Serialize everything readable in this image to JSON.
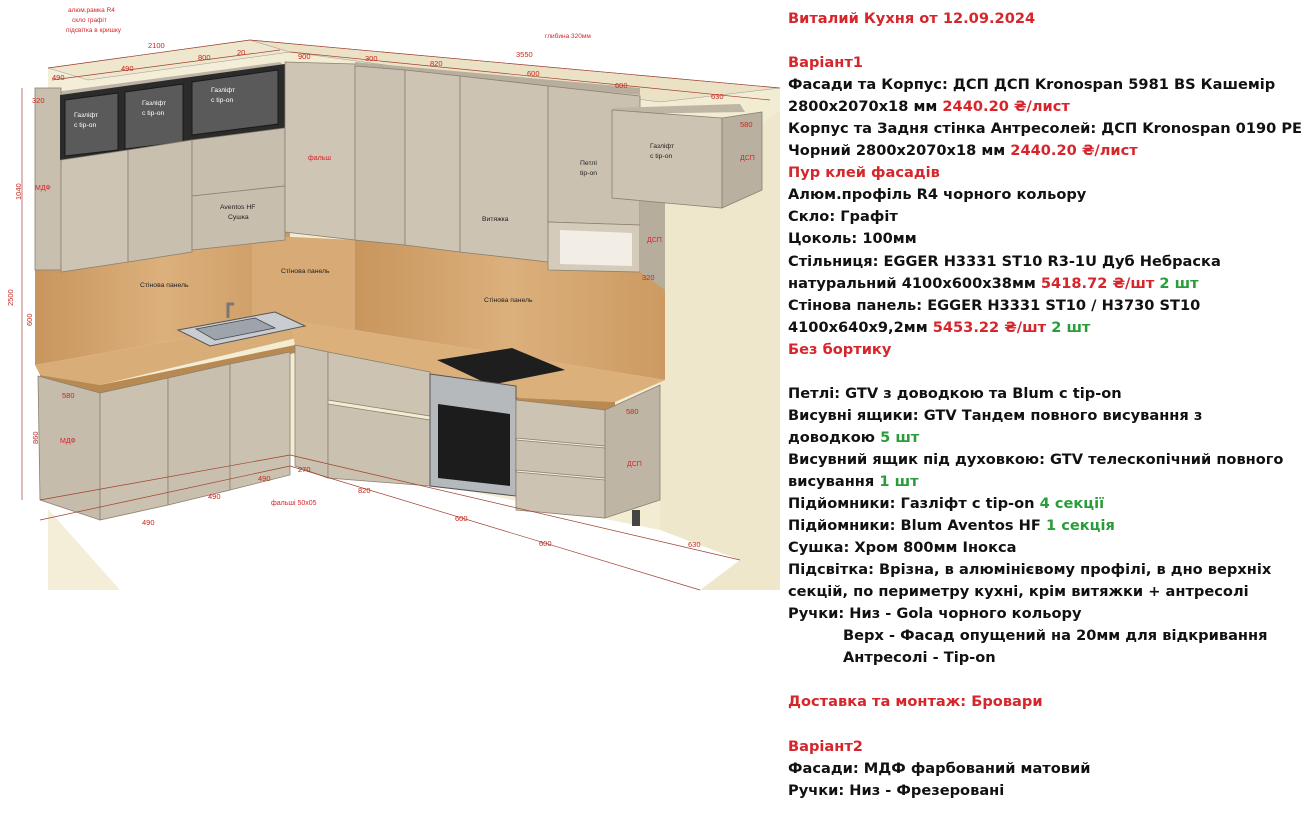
{
  "spec": {
    "title": "Виталий Кухня от 12.09.2024",
    "variant1": "Варіант1",
    "facades_1": "Фасади та Корпус: ДСП ДСП Kronospan 5981 BS Кашемір",
    "facades_2": "2800х2070х18 мм",
    "facades_price": "2440.20 ₴/лист",
    "body_1": "Корпус та Задня стінка Антресолей: ДСП Kronospan 0190 PE",
    "body_2": "Чорний 2800х2070х18 мм",
    "body_price": "2440.20 ₴/лист",
    "glue": "Пур клей фасадів",
    "profile": "Алюм.профіль R4 чорного кольору",
    "glass": "Скло: Графіт",
    "plinth": "Цоколь: 100мм",
    "worktop_1": "Стільниця: EGGER H3331 ST10 R3-1U Дуб Небраска",
    "worktop_2": "натуральний 4100х600х38мм",
    "worktop_price": "5418.72 ₴/шт",
    "worktop_qty": "2 шт",
    "panel_1": "Стінова панель: EGGER H3331 ST10 / H3730 ST10",
    "panel_2": "4100х640х9,2мм",
    "panel_price": "5453.22 ₴/шт",
    "panel_qty": "2 шт",
    "no_edge": "Без бортику",
    "hinges": "Петлі: GTV з доводкою та Blum с tip-on",
    "drawers_1": "Висувні ящики: GTV Тандем повного висування з",
    "drawers_2": "доводкою",
    "drawers_qty": "5 шт",
    "oven_drawer_1": "Висувний ящик під духовкою: GTV телескопічний повного",
    "oven_drawer_2": "висування",
    "oven_drawer_qty": "1 шт",
    "lift_1": "Підйомники: Газліфт с tip-on",
    "lift_1_qty": "4 секції",
    "lift_2": "Підйомники: Blum Aventos HF",
    "lift_2_qty": "1 секція",
    "dryer": "Сушка: Хром 800мм Інокса",
    "light_1": "Підсвітка: Врізна, в алюмінієвому профілі, в дно верхніх",
    "light_2": "секцій, по периметру кухні, крім витяжки + антресолі",
    "handles_1": "Ручки: Низ - Gola чорного кольору",
    "handles_2": "Верх - Фасад опущений на 20мм для відкривання",
    "handles_3": "Антресолі - Tip-on",
    "delivery": "Доставка та монтаж: Бровари",
    "variant2": "Варіант2",
    "v2_facades": "Фасади: МДФ фарбований матовий",
    "v2_handles": "Ручки: Низ - Фрезеровані"
  },
  "drawing": {
    "note_1": "алюм.рамка R4",
    "note_2": "скло графіт",
    "note_3": "підсвітка в кришку",
    "depth_note": "глибина 320мм",
    "gaslift": "Газліфт",
    "tipon": "с tip-on",
    "aventos_1": "Aventos HF",
    "aventos_2": "Сушка",
    "wall_panel": "Стінова панель",
    "hood": "Витяжка",
    "hinges_1": "Петлі",
    "hinges_2": "tip-on",
    "mdf": "МДФ",
    "dsp": "ДСП",
    "falsh": "фальш",
    "falsh_note": "фальші 50х05",
    "dims": {
      "d2100": "2100",
      "d3550": "3550",
      "d490": "490",
      "d800": "800",
      "d20": "20",
      "d900": "900",
      "d300": "300",
      "d820": "820",
      "d600": "600",
      "d630": "630",
      "d320": "320",
      "d580": "580",
      "d1040": "1040",
      "d2500": "2500",
      "d860": "860",
      "d270": "270"
    }
  },
  "colors": {
    "red": "#d6252b",
    "green": "#2a9d3a",
    "facade": "#cdc3b4",
    "wood": "#d2a46e",
    "wall": "#f3edd6"
  }
}
